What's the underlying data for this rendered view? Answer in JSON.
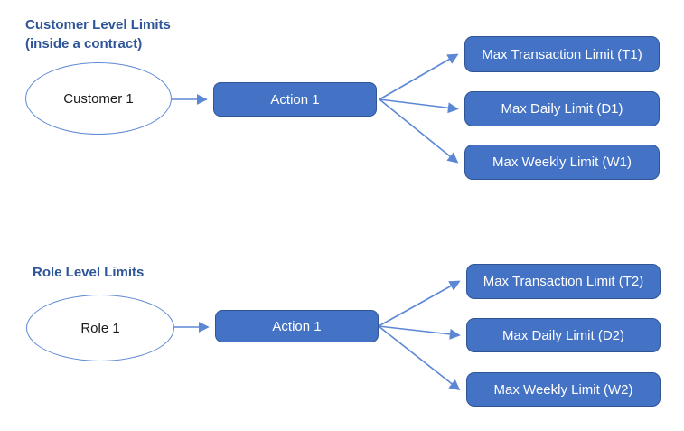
{
  "colors": {
    "box_fill": "#4472C4",
    "box_border": "#2F5597",
    "box_text": "#FFFFFF",
    "ellipse_fill": "#FFFFFF",
    "ellipse_border": "#5B87D5",
    "connector": "#5B87D5",
    "title_text": "#2E5597",
    "node_text": "#1A1A1A",
    "background": "#FFFFFF"
  },
  "customer_diagram": {
    "title_line1": "Customer Level Limits",
    "title_line2": "(inside a contract)",
    "source_label": "Customer 1",
    "action_label": "Action 1",
    "targets": [
      "Max Transaction Limit (T1)",
      "Max Daily Limit (D1)",
      "Max Weekly Limit (W1)"
    ]
  },
  "role_diagram": {
    "title_line1": "Role Level Limits",
    "source_label": "Role 1",
    "action_label": "Action 1",
    "targets": [
      "Max Transaction Limit (T2)",
      "Max Daily Limit (D2)",
      "Max Weekly Limit (W2)"
    ]
  }
}
